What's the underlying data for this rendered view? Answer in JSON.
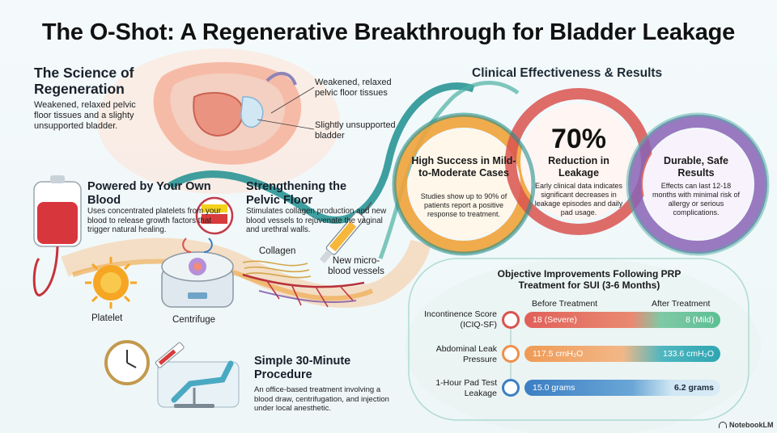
{
  "title": "The O-Shot: A Regenerative Breakthrough for Bladder Leakage",
  "science": {
    "title": "The Science of Regeneration",
    "description": "Weakened, relaxed pelvic floor tissues and a slighty unsupported bladder.",
    "label_tissues": "Weakened, relaxed pelvic floor tissues",
    "label_bladder": "Slightly unsupported bladder"
  },
  "blood": {
    "title": "Powered by Your Own Blood",
    "description": "Uses concentrated platelets from your blood to release growth factors that trigger natural healing.",
    "label_platelet": "Platelet",
    "label_centrifuge": "Centrifuge"
  },
  "strengthening": {
    "title": "Strengthening the Pelvic Floor",
    "description": "Stimulates collagen production and new blood vessels to rejuvenate the vaginal and urethral walls.",
    "label_collagen": "Collagen",
    "label_vessels": "New micro-blood vessels"
  },
  "procedure": {
    "title": "Simple 30-Minute Procedure",
    "description": "An office-based treatment involving a blood draw, centrifugation, and injection under local anesthetic."
  },
  "clinical": {
    "title": "Clinical Effectiveness & Results",
    "circle1": {
      "title": "High Success in Mild-to-Moderate Cases",
      "description": "Studies show up to 90% of patients report a positive response to treatment."
    },
    "circle2": {
      "stat": "70%",
      "title": "Reduction in Leakage",
      "description": "Early clinical data indicates significant decreases in leakage episodes and daily pad usage."
    },
    "circle3": {
      "title": "Durable, Safe Results",
      "description": "Effects can last 12-18 months with minimal risk of allergy or serious complications."
    }
  },
  "improvements": {
    "title": "Objective Improvements Following PRP Treatment for SUI (3-6 Months)",
    "col_before": "Before Treatment",
    "col_after": "After Treatment",
    "rows": [
      {
        "label": "Incontinence Score (ICIQ-SF)",
        "before": "18 (Severe)",
        "after": "8 (Mild)"
      },
      {
        "label": "Abdominal Leak Pressure",
        "before": "117.5 cmH₂O",
        "after": "133.6 cmH₂O"
      },
      {
        "label": "1-Hour Pad Test Leakage",
        "before": "15.0 grams",
        "after": "6.2 grams"
      }
    ]
  },
  "watermark": "NotebookLM",
  "colors": {
    "teal": "#1f8f8f",
    "orange": "#f0a23a",
    "red": "#d9534f",
    "purple": "#8a63b5",
    "blue": "#3b7ec4",
    "green": "#5cbf93"
  },
  "icons": [
    "iv-blood-bag-icon",
    "platelet-icon",
    "centrifuge-icon",
    "syringe-icon",
    "collagen-fibers-icon",
    "blood-vessels-icon",
    "clock-icon",
    "treatment-chair-icon",
    "pelvic-anatomy-illustration"
  ]
}
